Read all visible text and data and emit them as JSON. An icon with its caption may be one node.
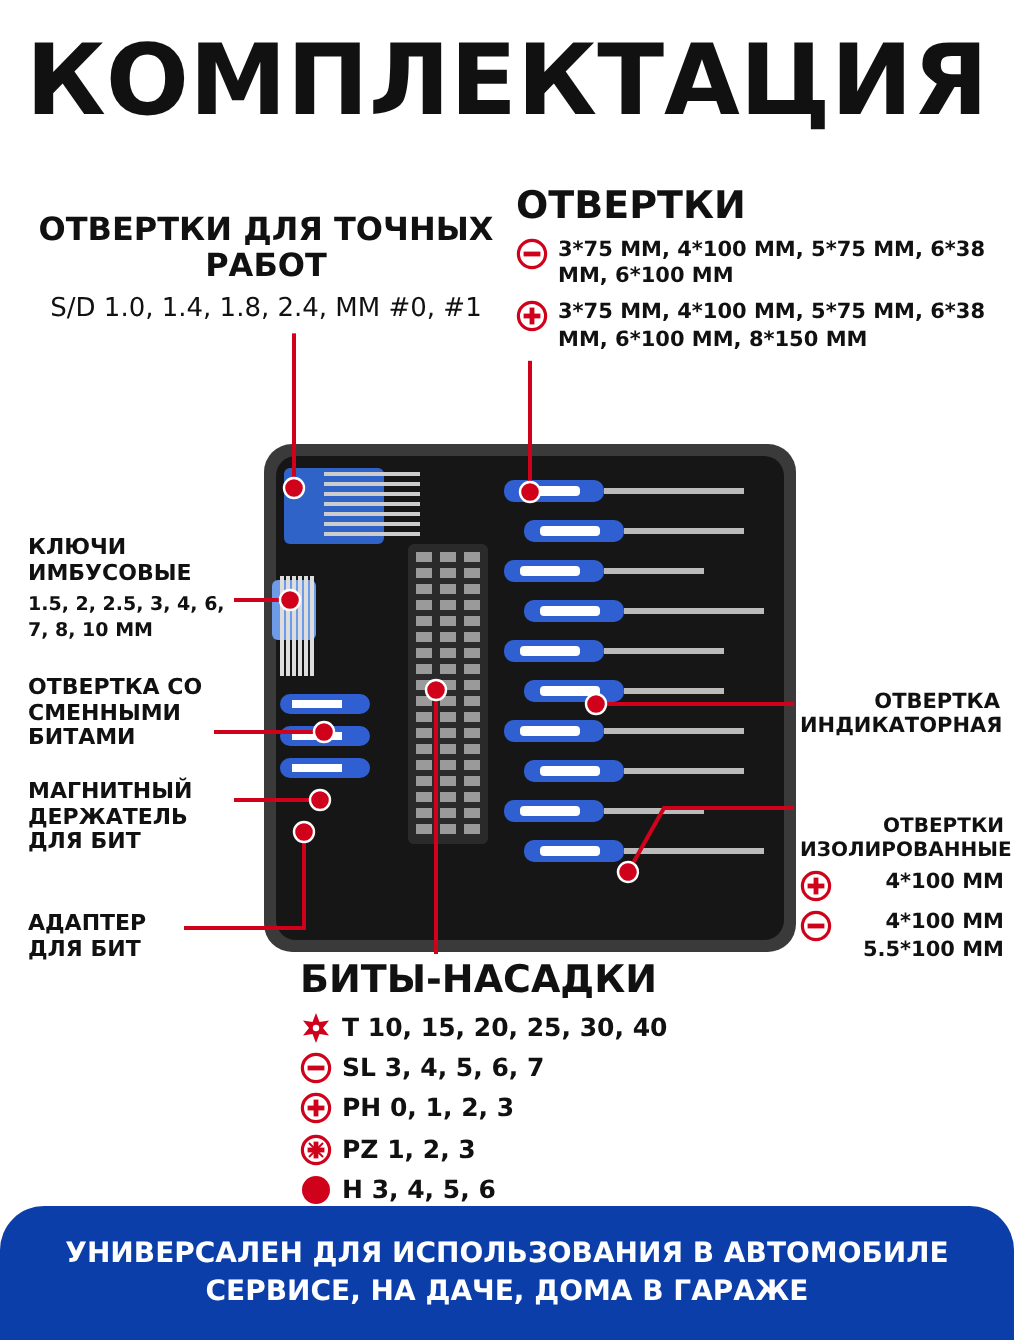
{
  "diagram": {
    "title": "КОМПЛЕКТАЦИЯ",
    "nodes": [
      {
        "text": [
          "ОТВЕРТКИ ДЛЯ ТОЧНЫХ РАБОТ",
          "S/D 1.0, 1.4, 1.8, 2.4, ММ #0, #1"
        ]
      },
      {
        "text": [
          "ОТВЕРТКИ",
          "3*75 ММ, 4*100 ММ, 5*75 ММ, 6*38 ММ, 6*100 ММ",
          "3*75 ММ, 4*100 ММ, 5*75 ММ, 6*38 ММ, 6*100 ММ, 8*150 ММ"
        ]
      },
      {
        "text": [
          "КЛЮЧИ ИМБУСОВЫЕ",
          "1.5, 2, 2.5, 3, 4, 6, 7, 8, 10 ММ"
        ]
      },
      {
        "text": [
          "ОТВЕРТКА СО СМЕННЫМИ БИТАМИ"
        ]
      },
      {
        "text": [
          "МАГНИТНЫЙ ДЕРЖАТЕЛЬ ДЛЯ БИТ"
        ]
      },
      {
        "text": [
          "АДАПТЕР ДЛЯ БИТ"
        ]
      },
      {
        "text": [
          "ОТВЕРТКА ИНДИКАТОРНАЯ"
        ]
      },
      {
        "text": [
          "ОТВЕРТКИ ИЗОЛИРОВАННЫЕ",
          "4*100 ММ",
          "4*100 ММ 5.5*100 ММ"
        ]
      },
      {
        "text": [
          "БИТЫ-НАСАДКИ",
          "T 10, 15, 20, 25, 30, 40",
          "SL 3, 4, 5, 6, 7",
          "PH 0, 1, 2, 3",
          "PZ 1, 2, 3",
          "H 3, 4, 5, 6"
        ]
      },
      {
        "text": [],
        "shape": "picture"
      },
      {
        "text": [
          "УНИВЕРСАЛЕН ДЛЯ ИСПОЛЬЗОВАНИЯ В АВТОМОБИЛЕ СЕРВИСЕ, НА ДАЧЕ, ДОМА В ГАРАЖЕ"
        ]
      }
    ],
    "edges": [
      {
        "from": 0,
        "to": 9,
        "arrow": "other"
      },
      {
        "from": 1,
        "to": 9,
        "arrow": "other"
      },
      {
        "from": 2,
        "to": 9,
        "arrow": "other"
      },
      {
        "from": 3,
        "to": 9,
        "arrow": "other"
      },
      {
        "from": 4,
        "to": 9,
        "arrow": "other"
      },
      {
        "from": 5,
        "to": 9,
        "arrow": "other"
      },
      {
        "from": 6,
        "to": 9,
        "arrow": "other"
      },
      {
        "from": 7,
        "to": 9,
        "arrow": "other"
      },
      {
        "from": 8,
        "to": 9,
        "arrow": "other"
      }
    ]
  }
}
